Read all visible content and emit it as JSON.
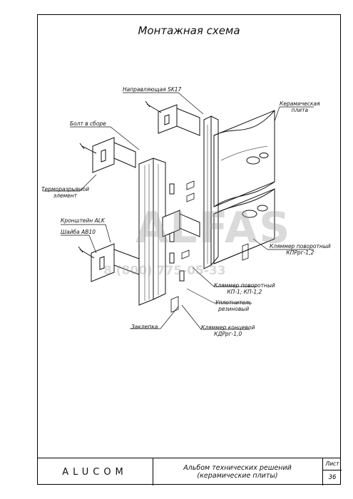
{
  "title": "Монтажная схема",
  "labels": {
    "rail": "Направляющая SK17",
    "plate": [
      "Керамическая",
      "плита"
    ],
    "bolt": "Болт в сборе",
    "thermal": [
      "Терморазрывной",
      "элемент"
    ],
    "bracket": "Кронштейн ALK",
    "washer": "Шайба АВ10",
    "clip_kpr": [
      "Кляммер поворотный",
      "КПРрг-1,2"
    ],
    "clip_kp": [
      "Кляммер поворотный",
      "КП-1;  КП-1,2"
    ],
    "seal": [
      "Уплотнитель",
      "резиновый"
    ],
    "rivet": "Заклепка",
    "clip_end": [
      "Кляммер концевой",
      "КДРрг-1,0"
    ]
  },
  "watermark": {
    "brand": "ALFAS",
    "phone": "8 (800) 775-05-33"
  },
  "title_block": {
    "brand": "ALUCOM",
    "album": [
      "Альбом технических решений",
      "(керамические плиты)"
    ],
    "sheet_label": "Лист",
    "sheet_no": "36"
  }
}
